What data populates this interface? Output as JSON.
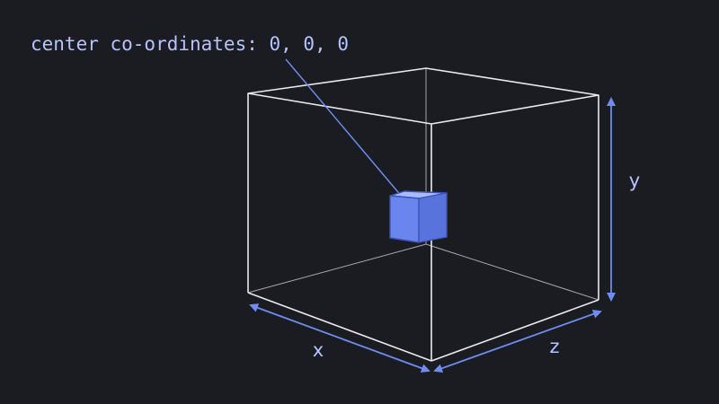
{
  "annotation": {
    "text": "center co-ordinates: 0, 0, 0"
  },
  "axes": {
    "x_label": "x",
    "y_label": "y",
    "z_label": "z"
  },
  "colors": {
    "background": "#1b1c22",
    "edge": "#e9e9ee",
    "accent": "#6f8df0",
    "label": "#b4c2ff",
    "small_cube_front": "#6a85ee",
    "small_cube_side": "#5874dc",
    "small_cube_top": "#a9bbff"
  }
}
